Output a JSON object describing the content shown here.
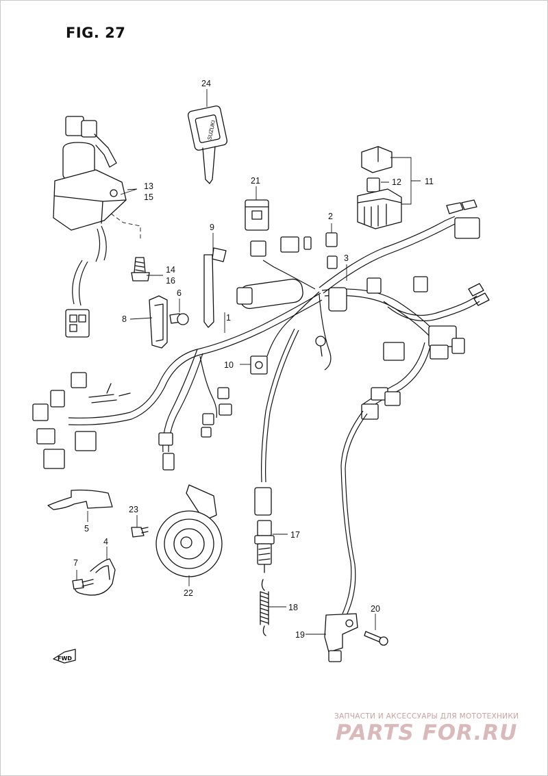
{
  "figure": {
    "title": "FIG. 27"
  },
  "callouts": [
    {
      "id": "1",
      "label": "1"
    },
    {
      "id": "2",
      "label": "2"
    },
    {
      "id": "3",
      "label": "3"
    },
    {
      "id": "4",
      "label": "4"
    },
    {
      "id": "5",
      "label": "5"
    },
    {
      "id": "6",
      "label": "6"
    },
    {
      "id": "7",
      "label": "7"
    },
    {
      "id": "8",
      "label": "8"
    },
    {
      "id": "9",
      "label": "9"
    },
    {
      "id": "10",
      "label": "10"
    },
    {
      "id": "11",
      "label": "11"
    },
    {
      "id": "12",
      "label": "12"
    },
    {
      "id": "13",
      "label": "13"
    },
    {
      "id": "14",
      "label": "14"
    },
    {
      "id": "15",
      "label": "15"
    },
    {
      "id": "16",
      "label": "16"
    },
    {
      "id": "17",
      "label": "17"
    },
    {
      "id": "18",
      "label": "18"
    },
    {
      "id": "19",
      "label": "19"
    },
    {
      "id": "20",
      "label": "20"
    },
    {
      "id": "21",
      "label": "21"
    },
    {
      "id": "22",
      "label": "22"
    },
    {
      "id": "23",
      "label": "23"
    },
    {
      "id": "24",
      "label": "24"
    }
  ],
  "key_brand": "SUZUKI",
  "fwd_marker": "FWD",
  "watermark": {
    "tagline": "ЗАПЧАСТИ И АКСЕССУАРЫ ДЛЯ МОТОТЕХНИКИ",
    "logo": "PARTS FOR.RU"
  },
  "colors": {
    "line": "#111111",
    "background": "#ffffff",
    "watermark": "#d9b9b9"
  }
}
